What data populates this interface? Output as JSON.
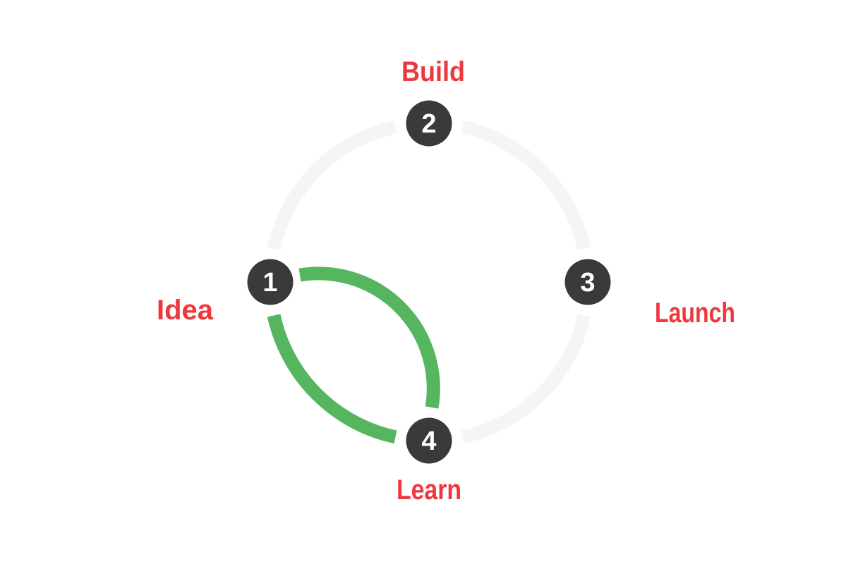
{
  "diagram": {
    "type": "circular-process",
    "colors": {
      "background": "#ffffff",
      "ring": "#f5f5f6",
      "highlight": "#55b65f",
      "node": "#3a3a3a",
      "node_number": "#ffffff",
      "label": "#ee383d"
    },
    "nodes": [
      {
        "number": "1",
        "label": "Idea",
        "position": "left"
      },
      {
        "number": "2",
        "label": "Build",
        "position": "top"
      },
      {
        "number": "3",
        "label": "Launch",
        "position": "right"
      },
      {
        "number": "4",
        "label": "Learn",
        "position": "bottom"
      }
    ],
    "highlight_segment": {
      "from_step": "1",
      "to_step": "4",
      "shape": "lens"
    }
  }
}
